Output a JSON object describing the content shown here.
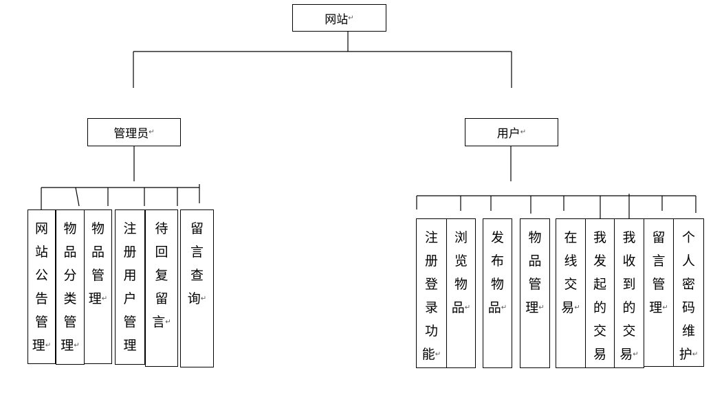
{
  "root": {
    "label": "网站",
    "mark": "↵"
  },
  "admin": {
    "label": "管理员",
    "mark": "↵",
    "children": [
      {
        "label": "网站公告管理",
        "mark": "↵"
      },
      {
        "label": "物品分类管理",
        "mark": "↵"
      },
      {
        "label": "物品管理",
        "mark": "↵"
      },
      {
        "label": "注册用户管理",
        "mark": ""
      },
      {
        "label": "待回复留言",
        "mark": "↵"
      },
      {
        "label": "留言查询",
        "mark": "↵"
      }
    ]
  },
  "user": {
    "label": "用户",
    "mark": "↵",
    "children": [
      {
        "label": "注册登录功能",
        "mark": "↵"
      },
      {
        "label": "浏览物品",
        "mark": "↵"
      },
      {
        "label": "发布物品",
        "mark": "↵"
      },
      {
        "label": "物品管理",
        "mark": "↵"
      },
      {
        "label": "在线交易",
        "mark": "↵"
      },
      {
        "label": "我发起的交易",
        "mark": ""
      },
      {
        "label": "我收到的交易",
        "mark": "↵"
      },
      {
        "label": "留言管理",
        "mark": "↵"
      },
      {
        "label": "个人密码维护",
        "mark": "↵"
      }
    ]
  }
}
